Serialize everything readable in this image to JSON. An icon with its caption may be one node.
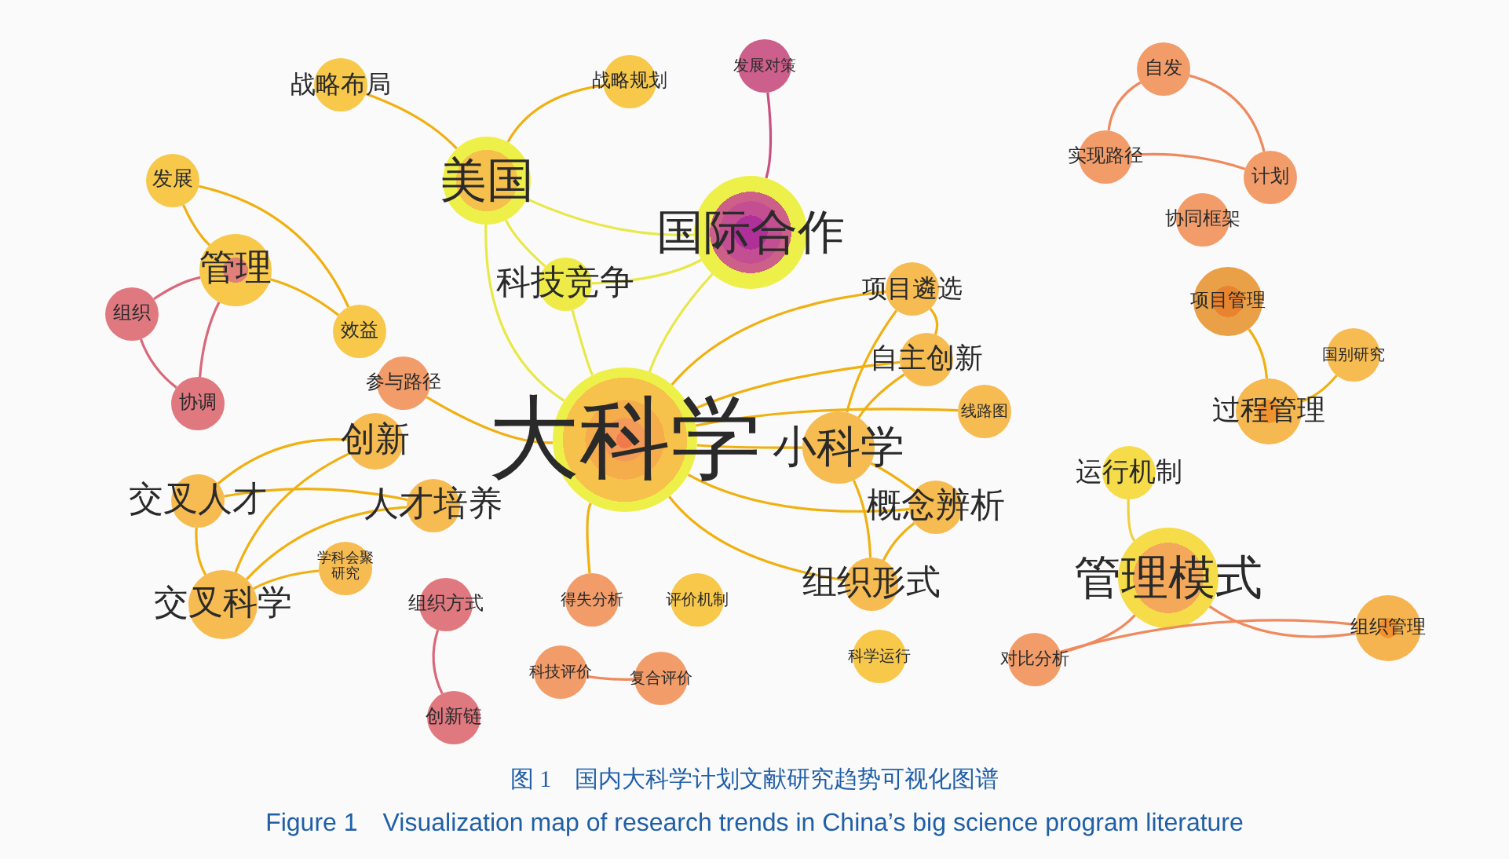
{
  "diagram": {
    "caption": "图 1　国内大科学计划文献研究趋势可视化图谱",
    "nodes": [
      {
        "text": [
          "大科学"
        ]
      },
      {
        "text": [
          "美国"
        ]
      },
      {
        "text": [
          "国际合作"
        ]
      },
      {
        "text": [
          "发展对策"
        ]
      },
      {
        "text": [
          "战略规划"
        ]
      },
      {
        "text": [
          "战略布局"
        ]
      },
      {
        "text": [
          "科技竞争"
        ]
      },
      {
        "text": [
          "发展"
        ]
      },
      {
        "text": [
          "管理"
        ]
      },
      {
        "text": [
          "组织"
        ]
      },
      {
        "text": [
          "协调"
        ]
      },
      {
        "text": [
          "效益"
        ]
      },
      {
        "text": [
          "参与路径"
        ]
      },
      {
        "text": [
          "创新"
        ]
      },
      {
        "text": [
          "交叉人才"
        ]
      },
      {
        "text": [
          "人才培养"
        ]
      },
      {
        "text": [
          "交叉科学"
        ]
      },
      {
        "text": [
          "学科会聚研究"
        ]
      },
      {
        "text": [
          "组织方式"
        ]
      },
      {
        "text": [
          "创新链"
        ]
      },
      {
        "text": [
          "得失分析"
        ]
      },
      {
        "text": [
          "评价机制"
        ]
      },
      {
        "text": [
          "科技评价"
        ]
      },
      {
        "text": [
          "复合评价"
        ]
      },
      {
        "text": [
          "项目遴选"
        ]
      },
      {
        "text": [
          "自主创新"
        ]
      },
      {
        "text": [
          "线路图"
        ]
      },
      {
        "text": [
          "小科学"
        ]
      },
      {
        "text": [
          "概念辨析"
        ]
      },
      {
        "text": [
          "组织形式"
        ]
      },
      {
        "text": [
          "科学运行"
        ]
      },
      {
        "text": [
          "自发"
        ]
      },
      {
        "text": [
          "实现路径"
        ]
      },
      {
        "text": [
          "计划"
        ]
      },
      {
        "text": [
          "协同框架"
        ]
      },
      {
        "text": [
          "项目管理"
        ]
      },
      {
        "text": [
          "国别研究"
        ]
      },
      {
        "text": [
          "过程管理"
        ]
      },
      {
        "text": [
          "运行机制"
        ]
      },
      {
        "text": [
          "管理模式"
        ]
      },
      {
        "text": [
          "对比分析"
        ]
      },
      {
        "text": [
          "组织管理"
        ]
      }
    ],
    "edges": [
      {
        "from": 1,
        "to": 5,
        "arrow": "none"
      },
      {
        "from": 1,
        "to": 4,
        "arrow": "none"
      },
      {
        "from": 1,
        "to": 2,
        "arrow": "none",
        "color": "#e8e84a"
      },
      {
        "from": 1,
        "to": 6,
        "arrow": "none",
        "color": "#e8e84a"
      },
      {
        "from": 1,
        "to": 0,
        "arrow": "none",
        "color": "#e8e84a"
      },
      {
        "from": 6,
        "to": 2,
        "arrow": "none",
        "color": "#e8e84a"
      },
      {
        "from": 6,
        "to": 0,
        "arrow": "none",
        "color": "#e8e84a"
      },
      {
        "from": 2,
        "to": 3,
        "arrow": "none",
        "color": "#c8507e"
      },
      {
        "from": 2,
        "to": 0,
        "arrow": "none",
        "color": "#e8e84a"
      },
      {
        "from": 7,
        "to": 8,
        "arrow": "none"
      },
      {
        "from": 7,
        "to": 11,
        "arrow": "none"
      },
      {
        "from": 8,
        "to": 11,
        "arrow": "none"
      },
      {
        "from": 8,
        "to": 9,
        "arrow": "none",
        "color": "#d8687a"
      },
      {
        "from": 8,
        "to": 10,
        "arrow": "none",
        "color": "#d8687a"
      },
      {
        "from": 9,
        "to": 10,
        "arrow": "none",
        "color": "#d8687a"
      },
      {
        "from": 12,
        "to": 0,
        "arrow": "none"
      },
      {
        "from": 0,
        "to": 24,
        "arrow": "none"
      },
      {
        "from": 0,
        "to": 25,
        "arrow": "none"
      },
      {
        "from": 0,
        "to": 26,
        "arrow": "none"
      },
      {
        "from": 0,
        "to": 27,
        "arrow": "none"
      },
      {
        "from": 0,
        "to": 28,
        "arrow": "none"
      },
      {
        "from": 0,
        "to": 29,
        "arrow": "none"
      },
      {
        "from": 0,
        "to": 20,
        "arrow": "none"
      },
      {
        "from": 24,
        "to": 27,
        "arrow": "none"
      },
      {
        "from": 24,
        "to": 25,
        "arrow": "none"
      },
      {
        "from": 25,
        "to": 27,
        "arrow": "none"
      },
      {
        "from": 27,
        "to": 28,
        "arrow": "none"
      },
      {
        "from": 27,
        "to": 29,
        "arrow": "none"
      },
      {
        "from": 28,
        "to": 29,
        "arrow": "none"
      },
      {
        "from": 14,
        "to": 13,
        "arrow": "none"
      },
      {
        "from": 14,
        "to": 15,
        "arrow": "none"
      },
      {
        "from": 14,
        "to": 16,
        "arrow": "none"
      },
      {
        "from": 16,
        "to": 13,
        "arrow": "none"
      },
      {
        "from": 16,
        "to": 15,
        "arrow": "none"
      },
      {
        "from": 16,
        "to": 17,
        "arrow": "none"
      },
      {
        "from": 18,
        "to": 19,
        "arrow": "none",
        "color": "#d8687a"
      },
      {
        "from": 22,
        "to": 23,
        "arrow": "none",
        "color": "#ee8a5e"
      },
      {
        "from": 31,
        "to": 32,
        "arrow": "none",
        "color": "#ee8a5e"
      },
      {
        "from": 31,
        "to": 33,
        "arrow": "none",
        "color": "#ee8a5e"
      },
      {
        "from": 32,
        "to": 33,
        "arrow": "none",
        "color": "#ee8a5e"
      },
      {
        "from": 35,
        "to": 37,
        "arrow": "none"
      },
      {
        "from": 37,
        "to": 36,
        "arrow": "none"
      },
      {
        "from": 38,
        "to": 39,
        "arrow": "none",
        "color": "#f0d040"
      },
      {
        "from": 39,
        "to": 41,
        "arrow": "none",
        "color": "#ee8a5e"
      },
      {
        "from": 39,
        "to": 40,
        "arrow": "none",
        "color": "#ee8a5e"
      },
      {
        "from": 40,
        "to": 41,
        "arrow": "none",
        "color": "#ee8a5e"
      }
    ],
    "labels": [
      "Figure 1　Visualization map of research trends in China’s big science program literature"
    ]
  }
}
